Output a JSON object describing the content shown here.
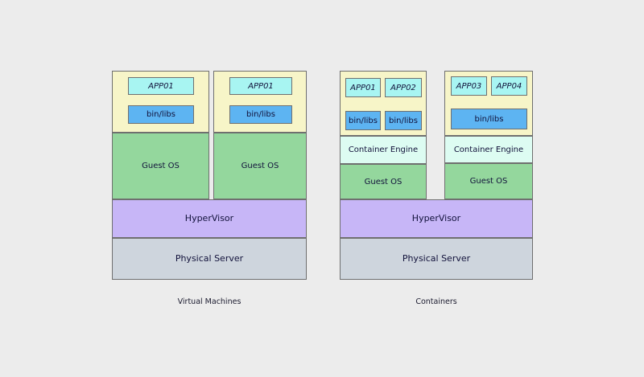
{
  "diagram": {
    "background_color": "#ececec",
    "palette": {
      "vm_body": "#f7f5c8",
      "app": "#a8f5f2",
      "bin_libs": "#5db4f2",
      "guest_os": "#94d79d",
      "container_engine": "#ddfcf2",
      "hypervisor": "#c7b6f7",
      "physical_server": "#ced5dd",
      "stroke": "#6f6f6f",
      "text": "#11113a"
    },
    "left_panel": {
      "caption": "Virtual Machines",
      "vms": [
        {
          "app_label": "APP01",
          "libs_label": "bin/libs",
          "guest_os_label": "Guest OS"
        },
        {
          "app_label": "APP01",
          "libs_label": "bin/libs",
          "guest_os_label": "Guest OS"
        }
      ],
      "hypervisor_label": "HyperVisor",
      "physical_server_label": "Physical Server"
    },
    "right_panel": {
      "caption": "Containers",
      "hosts": [
        {
          "apps": [
            "APP01",
            "APP02"
          ],
          "libs": [
            "bin/libs",
            "bin/libs"
          ],
          "libs_layout": "split",
          "container_engine_label": "Container Engine",
          "guest_os_label": "Guest OS"
        },
        {
          "apps": [
            "APP03",
            "APP04"
          ],
          "libs": [
            "bin/libs"
          ],
          "libs_layout": "shared",
          "container_engine_label": "Container Engine",
          "guest_os_label": "Guest OS"
        }
      ],
      "hypervisor_label": "HyperVisor",
      "physical_server_label": "Physical Server"
    }
  }
}
